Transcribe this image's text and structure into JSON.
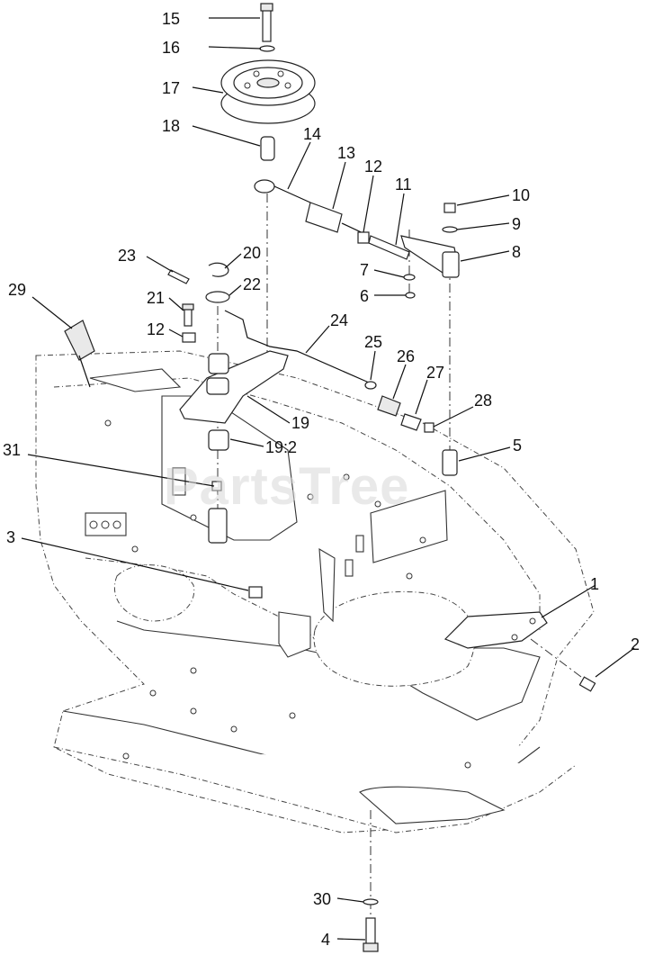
{
  "watermark": "PartsTree",
  "callouts": [
    {
      "id": "15",
      "label": "15"
    },
    {
      "id": "16",
      "label": "16"
    },
    {
      "id": "17",
      "label": "17"
    },
    {
      "id": "18",
      "label": "18"
    },
    {
      "id": "14",
      "label": "14"
    },
    {
      "id": "13",
      "label": "13"
    },
    {
      "id": "12a",
      "label": "12"
    },
    {
      "id": "11",
      "label": "11"
    },
    {
      "id": "10",
      "label": "10"
    },
    {
      "id": "9",
      "label": "9"
    },
    {
      "id": "8",
      "label": "8"
    },
    {
      "id": "7",
      "label": "7"
    },
    {
      "id": "6",
      "label": "6"
    },
    {
      "id": "23",
      "label": "23"
    },
    {
      "id": "20",
      "label": "20"
    },
    {
      "id": "22",
      "label": "22"
    },
    {
      "id": "21",
      "label": "21"
    },
    {
      "id": "12b",
      "label": "12"
    },
    {
      "id": "29",
      "label": "29"
    },
    {
      "id": "24",
      "label": "24"
    },
    {
      "id": "25",
      "label": "25"
    },
    {
      "id": "26",
      "label": "26"
    },
    {
      "id": "27",
      "label": "27"
    },
    {
      "id": "28",
      "label": "28"
    },
    {
      "id": "19",
      "label": "19"
    },
    {
      "id": "19-2",
      "label": "19:2"
    },
    {
      "id": "31",
      "label": "31"
    },
    {
      "id": "5",
      "label": "5"
    },
    {
      "id": "3",
      "label": "3"
    },
    {
      "id": "1",
      "label": "1"
    },
    {
      "id": "2",
      "label": "2"
    },
    {
      "id": "30",
      "label": "30"
    },
    {
      "id": "4",
      "label": "4"
    }
  ]
}
